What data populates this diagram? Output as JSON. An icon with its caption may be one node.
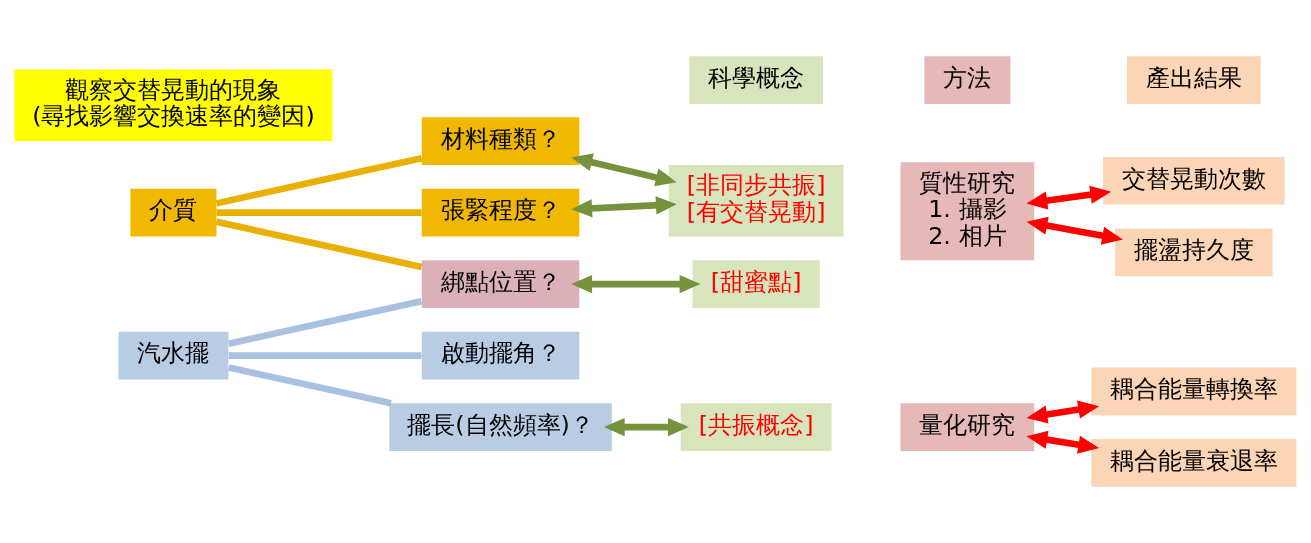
{
  "diagram": {
    "nodes": [
      {
        "text": [
          "觀察交替晃動的現象",
          "(尋找影響交換速率的變因)"
        ]
      },
      {
        "text": [
          "科學概念"
        ]
      },
      {
        "text": [
          "方法"
        ]
      },
      {
        "text": [
          "產出結果"
        ]
      },
      {
        "text": [
          "介質"
        ]
      },
      {
        "text": [
          "材料種類？"
        ]
      },
      {
        "text": [
          "張緊程度？"
        ]
      },
      {
        "text": [
          "綁點位置？"
        ]
      },
      {
        "text": [
          "啟動擺角？"
        ]
      },
      {
        "text": [
          "汽水擺"
        ]
      },
      {
        "text": [
          "擺長(自然頻率)？"
        ]
      },
      {
        "text": [
          "[非同步共振]",
          "[有交替晃動]"
        ]
      },
      {
        "text": [
          "[甜蜜點]"
        ]
      },
      {
        "text": [
          "[共振概念]"
        ]
      },
      {
        "text": [
          "質性研究",
          "1. 攝影",
          "2. 相片"
        ]
      },
      {
        "text": [
          "量化研究"
        ]
      },
      {
        "text": [
          "交替晃動次數"
        ]
      },
      {
        "text": [
          "擺盪持久度"
        ]
      },
      {
        "text": [
          "耦合能量轉換率"
        ]
      },
      {
        "text": [
          "耦合能量衰退率"
        ]
      }
    ],
    "edges": [
      {
        "from": 4,
        "to": 5,
        "arrow": "none",
        "color": "#e8b000"
      },
      {
        "from": 4,
        "to": 6,
        "arrow": "none",
        "color": "#e8b000"
      },
      {
        "from": 4,
        "to": 7,
        "arrow": "none",
        "color": "#e8b000"
      },
      {
        "from": 9,
        "to": 7,
        "arrow": "none",
        "color": "#a9c1e0"
      },
      {
        "from": 9,
        "to": 8,
        "arrow": "none",
        "color": "#a9c1e0"
      },
      {
        "from": 9,
        "to": 10,
        "arrow": "none",
        "color": "#a9c1e0"
      },
      {
        "from": 5,
        "to": 11,
        "arrow": "both",
        "color": "#76923c"
      },
      {
        "from": 6,
        "to": 11,
        "arrow": "both",
        "color": "#76923c"
      },
      {
        "from": 7,
        "to": 12,
        "arrow": "both",
        "color": "#76923c"
      },
      {
        "from": 10,
        "to": 13,
        "arrow": "both",
        "color": "#76923c"
      },
      {
        "from": 14,
        "to": 16,
        "arrow": "both",
        "color": "#ff0000"
      },
      {
        "from": 14,
        "to": 17,
        "arrow": "both",
        "color": "#ff0000"
      },
      {
        "from": 15,
        "to": 18,
        "arrow": "both",
        "color": "#ff0000"
      },
      {
        "from": 15,
        "to": 19,
        "arrow": "both",
        "color": "#ff0000"
      }
    ]
  }
}
